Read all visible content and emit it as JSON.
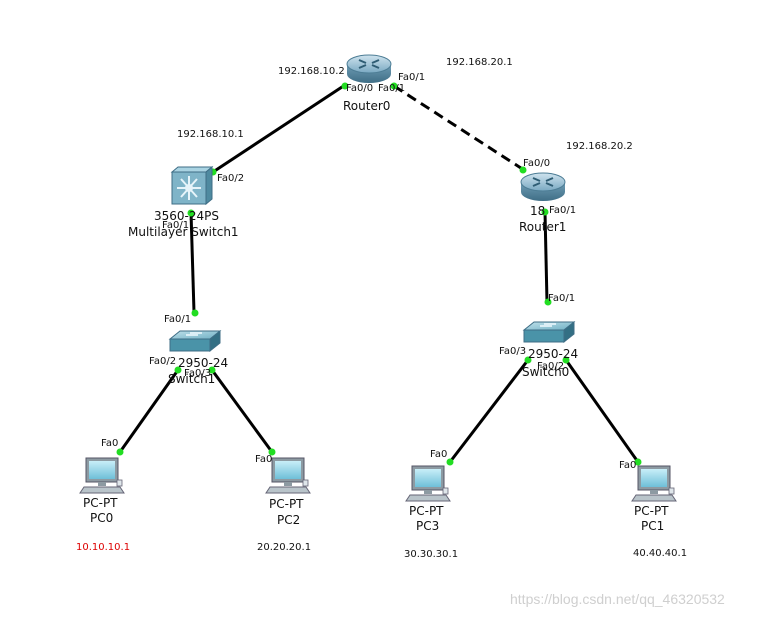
{
  "devices": {
    "router0": {
      "name": "Router0"
    },
    "router1": {
      "name": "Router1",
      "model": "18"
    },
    "mlswitch1": {
      "model": "3560-24PS",
      "name": "Multilayer Switch1"
    },
    "switch1": {
      "model": "2950-24",
      "name": "Switch1"
    },
    "switch0": {
      "model": "2950-24",
      "name": "Switch0"
    },
    "pc0": {
      "type": "PC-PT",
      "name": "PC0",
      "ip": "10.10.10.1"
    },
    "pc2": {
      "type": "PC-PT",
      "name": "PC2",
      "ip": "20.20.20.1"
    },
    "pc3": {
      "type": "PC-PT",
      "name": "PC3",
      "ip": "30.30.30.1"
    },
    "pc1": {
      "type": "PC-PT",
      "name": "PC1",
      "ip": "40.40.40.1"
    }
  },
  "ips": {
    "r0_fa00": "192.168.10.2",
    "r0_fa01": "192.168.20.1",
    "ml_fa02": "192.168.10.1",
    "r1_fa00": "192.168.20.2"
  },
  "ports": {
    "r0_a": "Fa0/0",
    "r0_b": "Fa0/1",
    "r0_c": "Fa0/1",
    "ml_up": "Fa0/2",
    "ml_down": "Fa0/1",
    "sw1_up": "Fa0/1",
    "sw1_a": "Fa0/2",
    "sw1_b": "Fa0/3",
    "r1_up": "Fa0/0",
    "r1_down": "Fa0/1",
    "sw0_up": "Fa0/1",
    "sw0_a": "Fa0/3",
    "sw0_b": "Fa0/2",
    "pc0": "Fa0",
    "pc2": "Fa0",
    "pc3": "Fa0",
    "pc1": "Fa0"
  },
  "watermark": "https://blog.csdn.net/qq_46320532",
  "colors": {
    "link": "#000000",
    "port_up": "#22dd22",
    "pc0_ip": "#dd0000",
    "router": "#5a8fa8",
    "switch": "#4a93a8"
  }
}
